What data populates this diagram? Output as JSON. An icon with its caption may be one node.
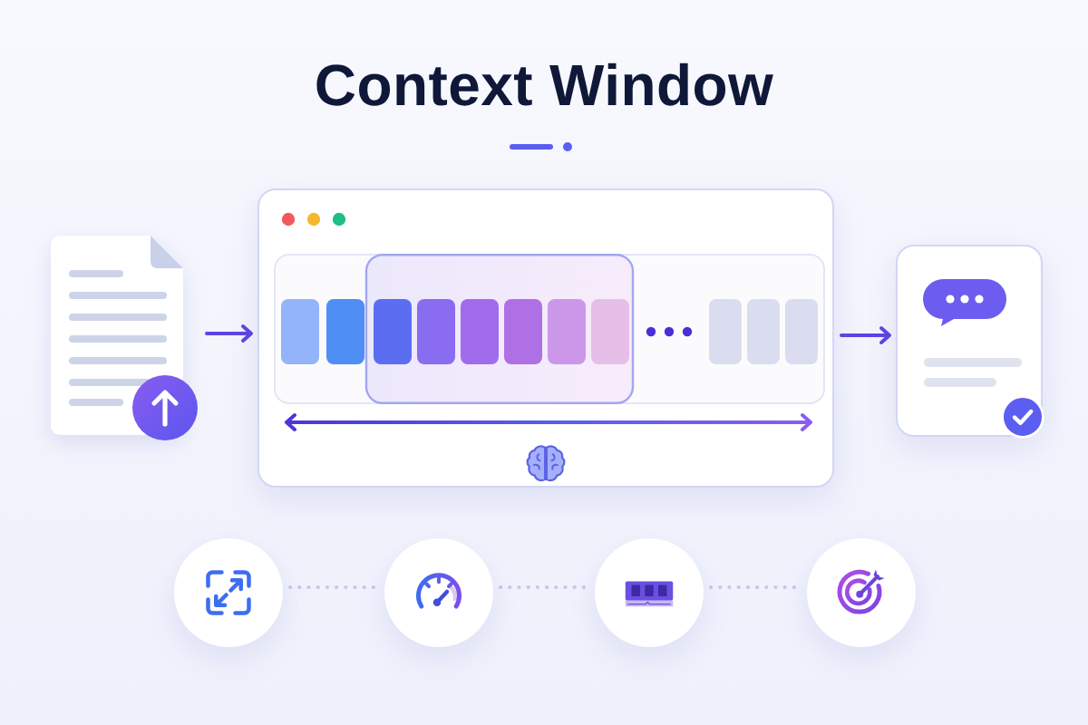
{
  "diagram": {
    "title": "Context Window",
    "nodes": [
      {
        "text": [],
        "shape": "picture"
      },
      {
        "text": [],
        "shape": "box"
      },
      {
        "text": [],
        "shape": "box"
      },
      {
        "text": [],
        "shape": "circle"
      },
      {
        "text": [],
        "shape": "circle"
      },
      {
        "text": [],
        "shape": "circle"
      },
      {
        "text": [],
        "shape": "circle"
      }
    ],
    "edges": [
      {
        "from": 0,
        "to": 1,
        "arrow": "to",
        "color": "#5b46e2"
      },
      {
        "from": 1,
        "to": 2,
        "arrow": "to",
        "color": "#5b46e2"
      },
      {
        "from": 3,
        "to": 4,
        "arrow": "none",
        "style": "dashed"
      },
      {
        "from": 4,
        "to": 5,
        "arrow": "none",
        "style": "dashed"
      },
      {
        "from": 5,
        "to": 6,
        "arrow": "none",
        "style": "dashed"
      }
    ]
  }
}
